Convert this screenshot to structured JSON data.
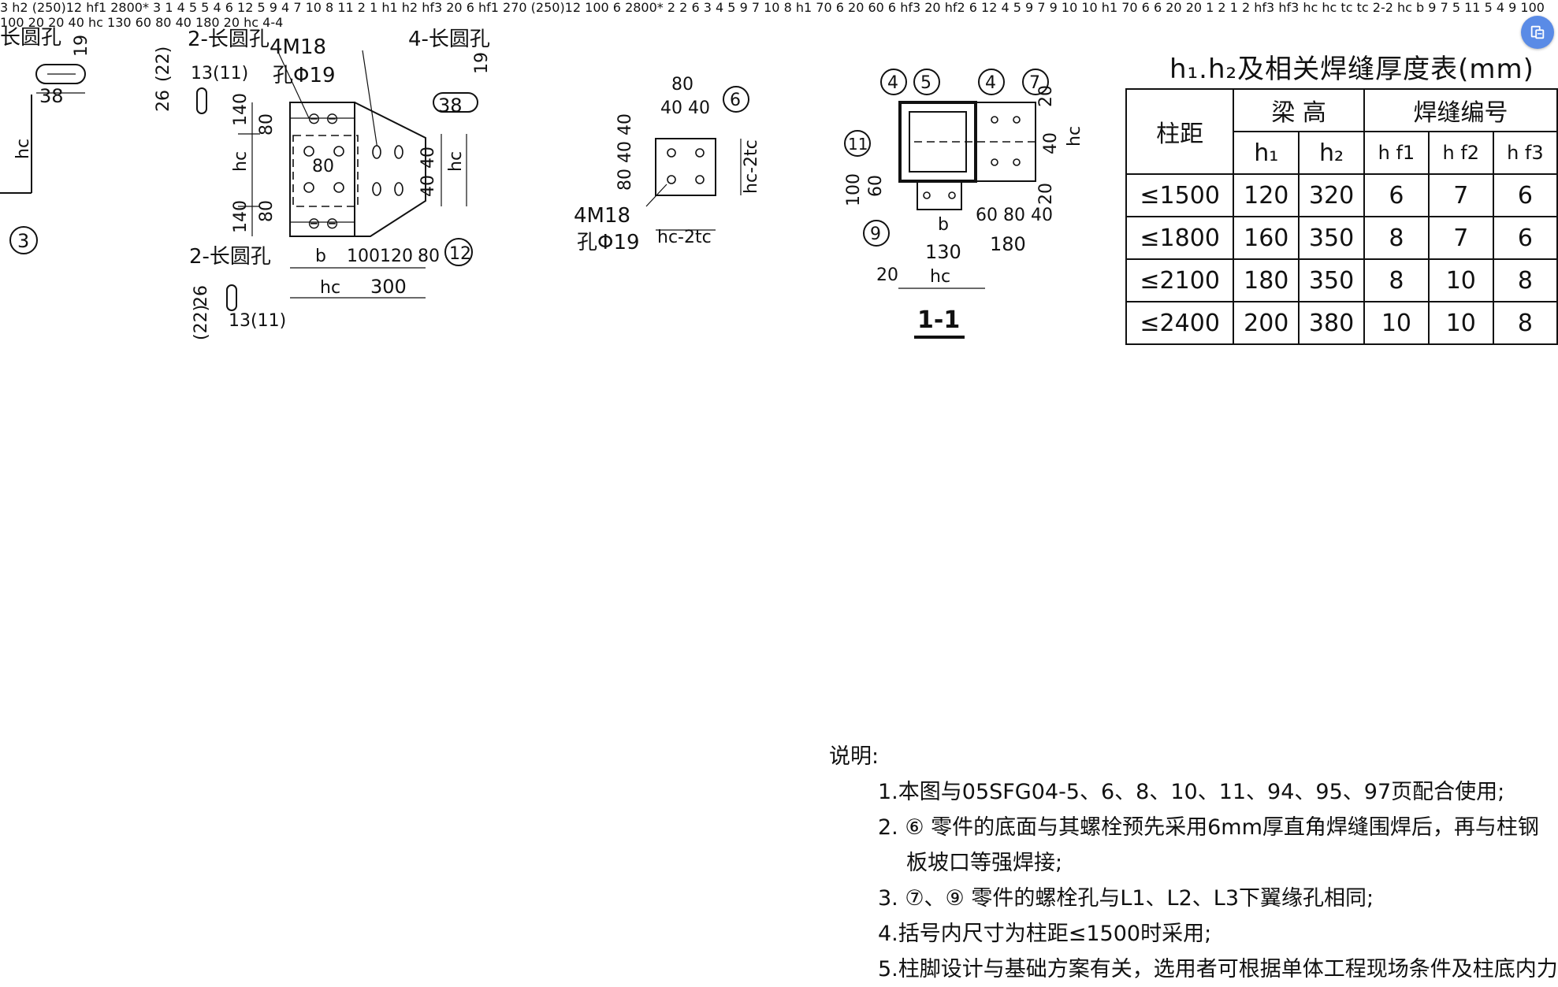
{
  "table": {
    "title": "h₁.h₂及相关焊缝厚度表(mm)",
    "head_spacing": "柱距",
    "head_beam": "梁 高",
    "head_weld": "焊缝编号",
    "sub_h1": "h₁",
    "sub_h2": "h₂",
    "sub_hf1": "h f1",
    "sub_hf2": "h f2",
    "sub_hf3": "h f3",
    "rows": [
      [
        "≤1500",
        "120",
        "320",
        "6",
        "7",
        "6"
      ],
      [
        "≤1800",
        "160",
        "350",
        "8",
        "7",
        "6"
      ],
      [
        "≤2100",
        "180",
        "350",
        "8",
        "10",
        "8"
      ],
      [
        "≤2400",
        "200",
        "380",
        "10",
        "10",
        "8"
      ]
    ]
  },
  "notes": {
    "heading": "说明:",
    "n1": "1.本图与05SFG04-5、6、8、10、11、94、95、97页配合使用;",
    "n2a": "2. ⑥ 零件的底面与其螺栓预先采用6mm厚直角焊缝围焊后，再与柱钢",
    "n2b": "板坡口等强焊接;",
    "n3": "3. ⑦、⑨ 零件的螺栓孔与L1、L2、L3下翼缘孔相同;",
    "n4": "4.括号内尺寸为柱距≤1500时采用;",
    "n5": "5.柱脚设计与基础方案有关，选用者可根据单体工程现场条件及柱底内力"
  },
  "labels": {
    "slot2_a": "2-长圆孔",
    "slot2_b": "2-长圆孔",
    "slot4": "4-长圆孔",
    "slot_partial": "长圆孔",
    "bolts_a": "4M18",
    "hole_a": "孔Φ19",
    "bolts_b": "4M18",
    "hole_b": "孔Φ19",
    "sec_1_1": "1-1",
    "sec_2_2": "2-2",
    "sec_4_4": "4-4",
    "height_left": "2800*",
    "height_mid": "2800*",
    "dims": {
      "d19a": "19",
      "d38a": "38",
      "d19b": "19",
      "d38b": "38",
      "d26": "26",
      "d22": "(22)",
      "d13": "13(11)",
      "d140a": "140",
      "d80a": "80",
      "d80c": "80",
      "d140b": "140",
      "d80b": "80",
      "d4040": "40",
      "d40b": "40",
      "d100": "100",
      "d120": "120",
      "d80d": "80",
      "d300": "300",
      "dhc": "hc",
      "db": "b",
      "d80t": "80",
      "d4040t": "40 40",
      "d804040": "80 40 40",
      "dhc2tc": "hc-2tc",
      "dhc2tc2": "hc-2tc",
      "d130": "130",
      "d180": "180",
      "d608040": "60 80 40",
      "d20": "20",
      "d100s": "100",
      "d60s": "60",
      "d250": "(250)12",
      "d270": "270",
      "dhf1": "hf1",
      "dhf2": "hf2",
      "dhf3": "hf3",
      "dh1": "h1",
      "dh2": "h2",
      "d6": "6",
      "d70": "70",
      "d20b": "20",
      "d60b": "60",
      "dtc": "tc"
    }
  },
  "callouts": [
    "1",
    "2",
    "3",
    "4",
    "5",
    "6",
    "7",
    "8",
    "9",
    "10",
    "11",
    "12"
  ],
  "colors": {
    "ink": "#111111",
    "pointer_arrow": "#e8231e",
    "annotation_button": "#5a8be6"
  },
  "icons": {
    "annotation_button": "translate-icon"
  }
}
